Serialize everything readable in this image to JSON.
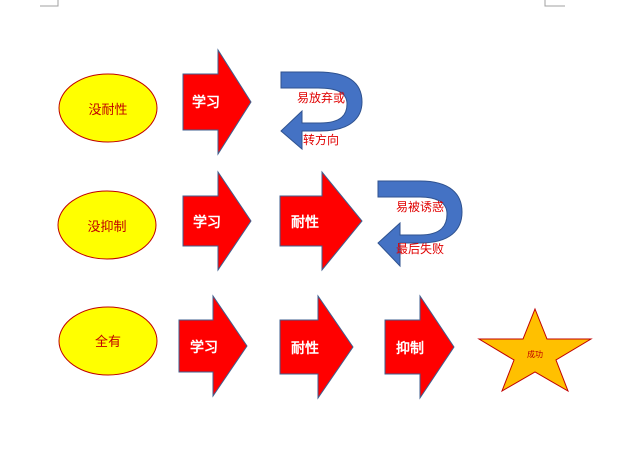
{
  "rows": [
    {
      "ellipse": "没耐性",
      "arrows": [
        "学习"
      ],
      "curved": {
        "top": "易放弃或",
        "bottom": "转方向"
      }
    },
    {
      "ellipse": "没抑制",
      "arrows": [
        "学习",
        "耐性"
      ],
      "curved": {
        "top": "易被诱惑",
        "bottom": "最后失败"
      }
    },
    {
      "ellipse": "全有",
      "arrows": [
        "学习",
        "耐性",
        "抑制"
      ],
      "star": "成功"
    }
  ],
  "colors": {
    "ellipse_fill": "#ffff00",
    "ellipse_stroke": "#c00000",
    "arrow_fill": "#ff0000",
    "arrow_stroke": "#3f5f8f",
    "arrow_text": "#ffffff",
    "curve_fill": "#4472c4",
    "curve_text": "#e00000",
    "star_fill": "#ffc000",
    "star_stroke": "#c00000",
    "star_text": "#c00000"
  }
}
